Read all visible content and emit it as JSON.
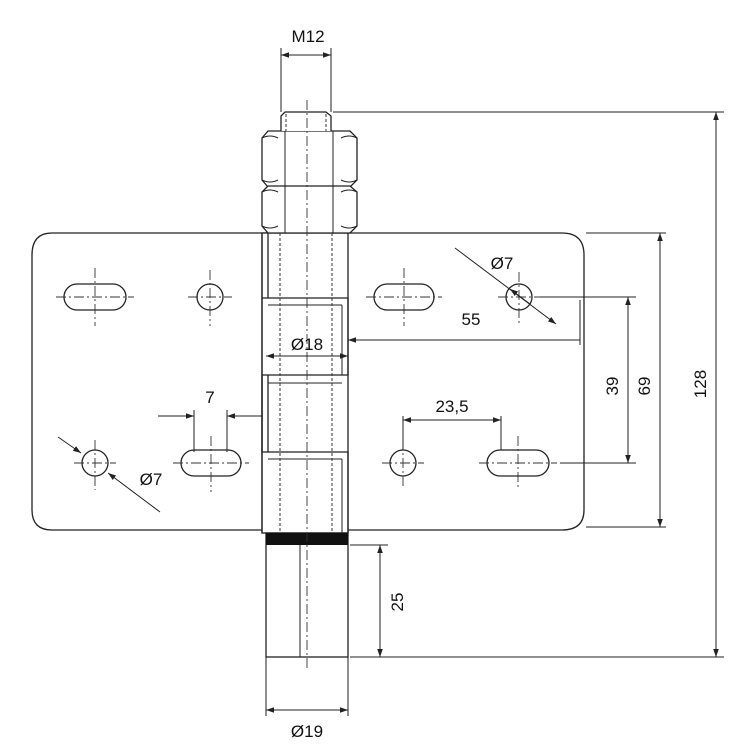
{
  "dimensions": {
    "thread": "M12",
    "total_height": "128",
    "plate_height": "69",
    "hole_spacing_vertical": "39",
    "hole_diameter_top": "Ø7",
    "hole_diameter_bottom": "Ø7",
    "offset_55": "55",
    "knuckle_diameter": "Ø18",
    "slot_width": "7",
    "hole_spacing_horizontal": "23,5",
    "pin_length": "25",
    "pin_diameter": "Ø19"
  },
  "colors": {
    "line": "#222222",
    "band": "#111111",
    "background": "#ffffff"
  }
}
